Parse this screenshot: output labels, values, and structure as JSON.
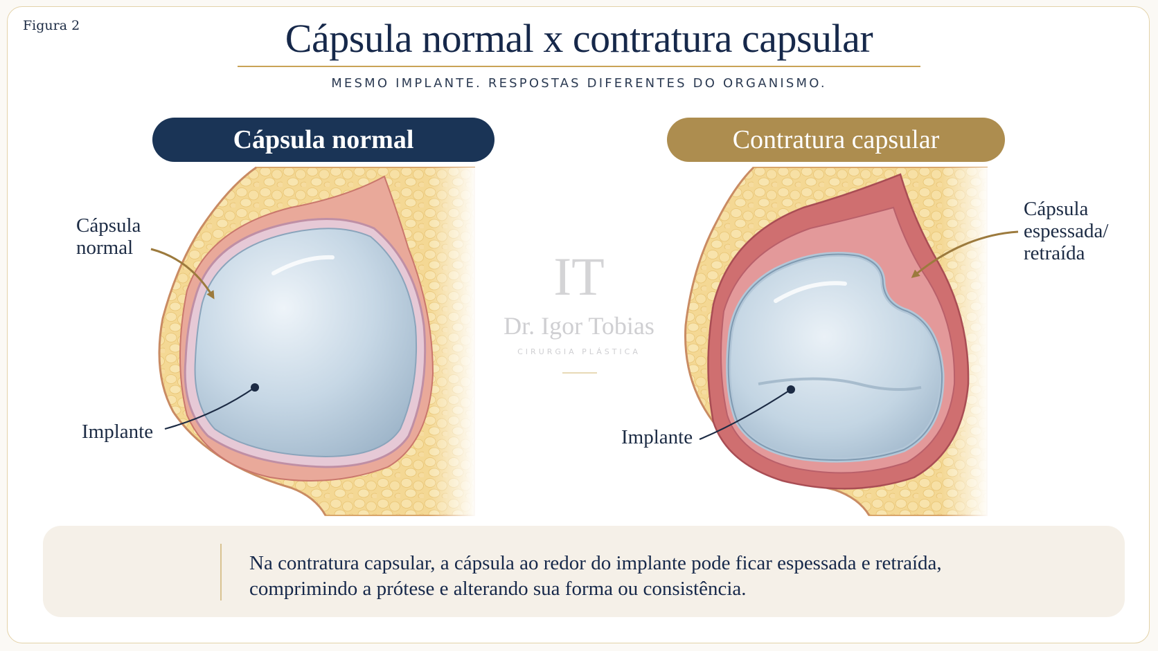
{
  "figure_label": "Figura 2",
  "title": "Cápsula normal x contratura capsular",
  "subtitle": "MESMO IMPLANTE. RESPOSTAS DIFERENTES DO ORGANISMO.",
  "panels": {
    "left": {
      "header": "Cápsula normal",
      "capsule_label": [
        "Cápsula",
        "normal"
      ],
      "implant_label": "Implante"
    },
    "right": {
      "header": "Contratura capsular",
      "capsule_label": [
        "Cápsula",
        "espessada/",
        "retraída"
      ],
      "implant_label": "Implante"
    }
  },
  "watermark": {
    "monogram": "IT",
    "name": "Dr. Igor Tobias",
    "specialty": "CIRURGIA PLÁSTICA"
  },
  "note": {
    "icon": "open-book-icon",
    "lines": [
      "Na contratura capsular, a cápsula ao redor do implante pode ficar espessada e retraída,",
      "comprimindo a prótese e alterando sua forma ou consistência."
    ]
  },
  "colors": {
    "navy": "#1a3456",
    "gold": "#ad8d4f",
    "fat": "#f3d58e",
    "capsule_normal": "#e7b4a6",
    "capsule_thick": "#c9636a",
    "implant": "#c9d9e6"
  }
}
